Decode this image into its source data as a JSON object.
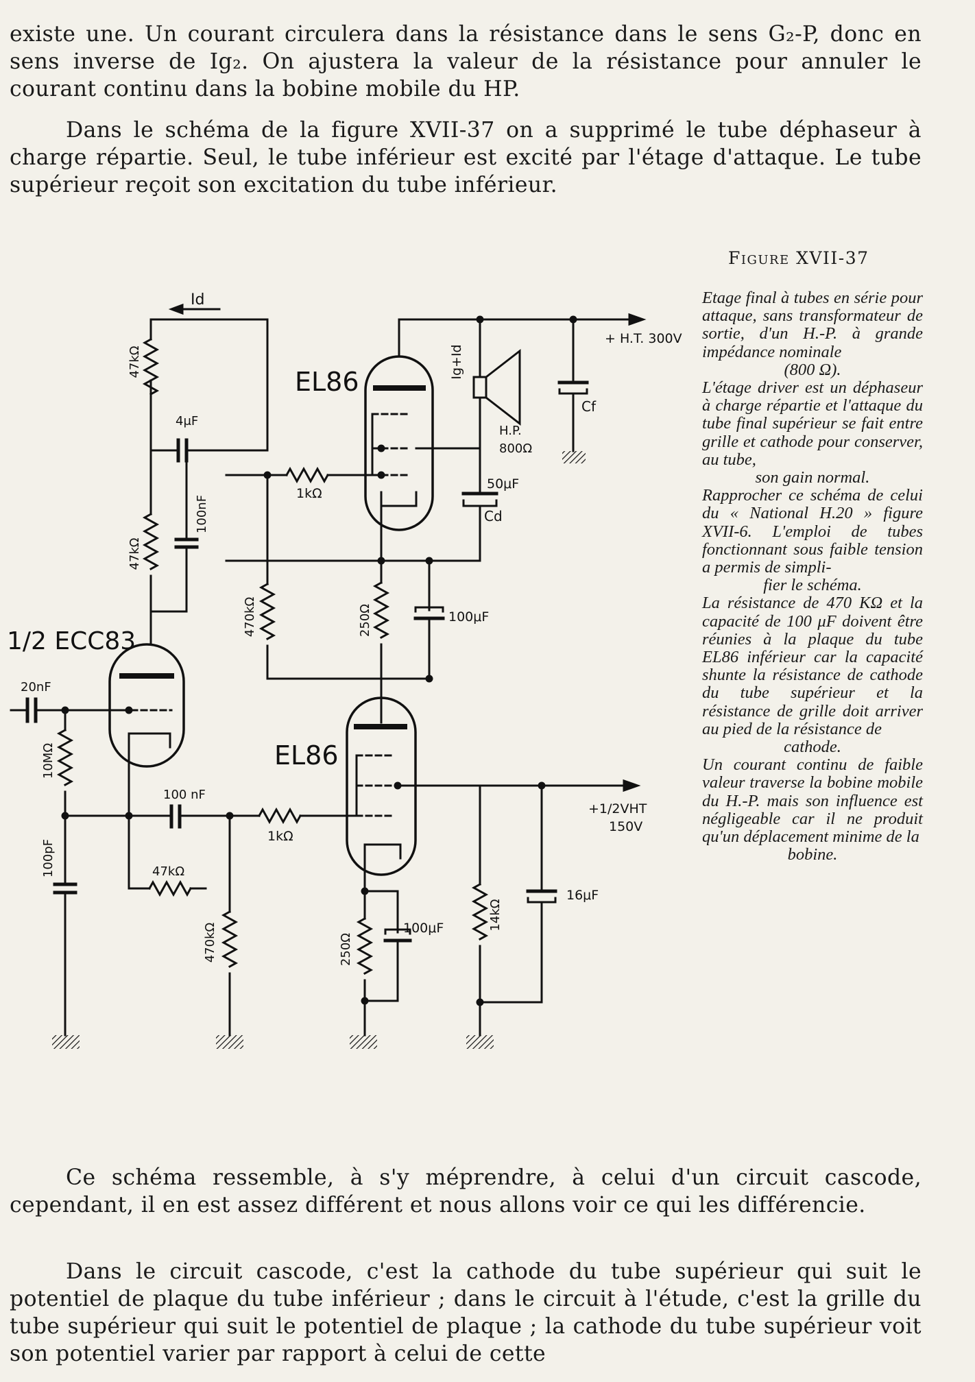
{
  "paragraphs": {
    "p1": "existe une. Un courant circulera dans la résistance dans le sens G₂-P, donc en sens inverse de Ig₂. On ajustera la valeur de la résistance pour annuler le courant continu dans la bobine mobile du HP.",
    "p2": "Dans le schéma de la figure XVII-37 on a supprimé le tube déphaseur à charge répartie. Seul, le tube inférieur est excité par l'étage d'attaque. Le tube supérieur reçoit son excitation du tube inférieur.",
    "p3": "Ce schéma ressemble, à s'y méprendre, à celui d'un circuit cascode, cependant, il en est assez différent et nous allons voir ce qui les différencie.",
    "p4": "Dans le circuit cascode, c'est la cathode du tube supérieur qui suit le potentiel de plaque du tube inférieur ; dans le circuit à l'étude, c'est la grille du tube supérieur qui suit le potentiel de plaque ; la cathode du tube supérieur voit son potentiel varier par rapport à celui de cette"
  },
  "figure": {
    "title": "Figure XVII-37",
    "caption": {
      "c1": "Etage final à tubes en série pour attaque, sans transformateur de sortie, d'un H.-P. à grande impédance nominale",
      "c2": "(800 Ω).",
      "c3": "L'étage driver est un déphaseur à charge répartie et l'attaque du tube final supérieur se fait entre grille et cathode pour conserver, au tube,",
      "c4": "son gain normal.",
      "c5": "Rapprocher ce schéma de celui du « National H.20 » figure XVII-6. L'emploi de tubes fonctionnant sous faible tension a permis de simpli-",
      "c6": "fier le schéma.",
      "c7": "La résistance de 470 KΩ et la capacité de 100 μF doivent être réunies à la plaque du tube EL86 inférieur car la capacité shunte la résistance de cathode du tube supérieur et la résistance de grille doit arriver au pied de la résistance de",
      "c8": "cathode.",
      "c9": "Un courant continu de faible valeur traverse la bobine mobile du H.-P. mais son influence est négligeable car il ne produit qu'un déplacement minime de la",
      "c10": "bobine."
    }
  },
  "schematic": {
    "labels": {
      "id": "Id",
      "ht300": "+ H.T. 300V",
      "el86_top": "EL86",
      "el86_bottom": "EL86",
      "ecc83": "1/2 ECC83",
      "r47k_top": "47kΩ",
      "c4u": "4μF",
      "c100n_v": "100nF",
      "r47k_mid": "47kΩ",
      "r1k_top": "1kΩ",
      "r470k_mid": "470kΩ",
      "r250_top": "250Ω",
      "c100u_mid": "100μF",
      "c50u": "50μF",
      "cd": "Cd",
      "cf": "Cf",
      "hp": "H.P.",
      "hp_ohm": "800Ω",
      "igid": "Ig+Id",
      "c20n": "20nF",
      "r10M": "10MΩ",
      "c100p": "100pF",
      "c100n_h": "100 nF",
      "r1k_low": "1kΩ",
      "ht150a": "+1/2VHT",
      "ht150b": "150V",
      "r47k_low": "47kΩ",
      "r470k_low": "470kΩ",
      "r250_low": "250Ω",
      "c100u_low": "100μF",
      "r14k": "14kΩ",
      "c16u": "16μF"
    }
  }
}
